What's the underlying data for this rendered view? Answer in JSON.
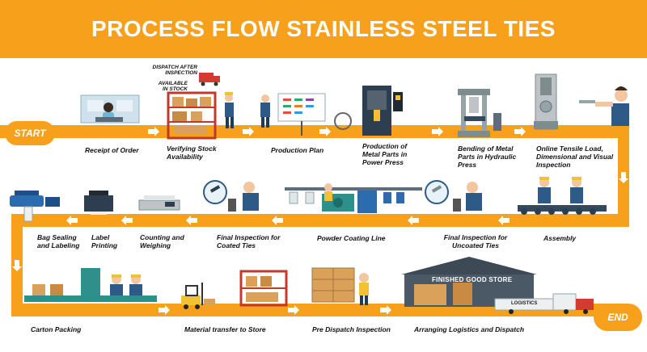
{
  "title": "PROCESS FLOW STAINLESS STEEL TIES",
  "start_label": "START",
  "end_label": "END",
  "annotations": {
    "dispatch_after_inspection": "DISPATCH AFTER INSPECTION",
    "available_in_stock": "AVAILABLE IN STOCK",
    "finished_good_store": "FINISHED GOOD STORE",
    "logistics": "LOGISTICS"
  },
  "steps": [
    {
      "id": "receipt",
      "label": "Receipt of Order"
    },
    {
      "id": "verify",
      "label": "Verifying Stock Availability"
    },
    {
      "id": "plan",
      "label": "Production Plan"
    },
    {
      "id": "power_press",
      "label": "Production of Metal Parts in Power Press"
    },
    {
      "id": "hydraulic",
      "label": "Bending of Metal Parts in Hydraulic Press"
    },
    {
      "id": "online_test",
      "label": "Online Tensile Load, Dimensional and Visual Inspection"
    },
    {
      "id": "assembly",
      "label": "Assembly"
    },
    {
      "id": "final_uncoated",
      "label": "Final Inspection for Uncoated Ties"
    },
    {
      "id": "powder",
      "label": "Powder Coating Line"
    },
    {
      "id": "final_coated",
      "label": "Final Inspection for Coated Ties"
    },
    {
      "id": "counting",
      "label": "Counting and Weighing"
    },
    {
      "id": "label_print",
      "label": "Label Printing"
    },
    {
      "id": "bag_seal",
      "label": "Bag Sealing and Labeling"
    },
    {
      "id": "carton",
      "label": "Carton Packing"
    },
    {
      "id": "material_transfer",
      "label": "Material transfer to Store"
    },
    {
      "id": "pre_dispatch",
      "label": "Pre Dispatch Inspection"
    },
    {
      "id": "logistics",
      "label": "Arranging Logistics and Dispatch"
    }
  ],
  "colors": {
    "accent": "#f7a01c",
    "dark": "#1f3b57",
    "blue": "#2b6cb0",
    "teal": "#2f8f8b"
  }
}
